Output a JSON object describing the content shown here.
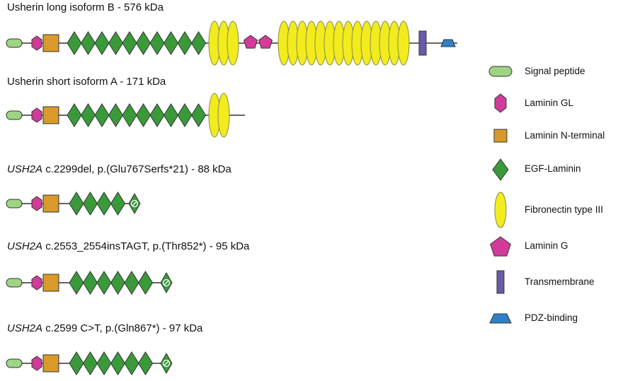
{
  "rows": [
    {
      "title_italic": "",
      "title": "Usherin long isoform B - 576 kDa"
    },
    {
      "title_italic": "",
      "title": "Usherin short isoform A - 171 kDa"
    },
    {
      "title_italic": "USH2A",
      "title": " c.2299del, p.(Glu767Serfs*21) - 88 kDa"
    },
    {
      "title_italic": "USH2A",
      "title": " c.2553_2554insTAGT, p.(Thr852*) - 95 kDa"
    },
    {
      "title_italic": "USH2A",
      "title": " c.2599 C>T, p.(Gln867*) - 97 kDa"
    }
  ],
  "legend": [
    {
      "label": "Signal peptide",
      "icon": "signal-peptide-icon"
    },
    {
      "label": "Laminin GL",
      "icon": "laminin-gl-hexagon-icon"
    },
    {
      "label": "Laminin N-terminal",
      "icon": "laminin-n-terminal-square-icon"
    },
    {
      "label": "EGF-Laminin",
      "icon": "egf-laminin-diamond-icon"
    },
    {
      "label": "Fibronectin type III",
      "icon": "fibronectin-ellipse-icon"
    },
    {
      "label": "Laminin G",
      "icon": "laminin-g-pentagon-icon"
    },
    {
      "label": "Transmembrane",
      "icon": "transmembrane-bar-icon"
    },
    {
      "label": "PDZ-binding",
      "icon": "pdz-binding-trapezoid-icon"
    }
  ],
  "colors": {
    "signal": "#9ed483",
    "laminin_gl": "#d23b9a",
    "laminin_n": "#d99a2b",
    "egf": "#3a9a3a",
    "fibronectin": "#f2ec1e",
    "laminin_g": "#d23b9a",
    "transmembrane": "#6b5aa8",
    "pdz": "#2f80c8",
    "outline": "#333333"
  }
}
